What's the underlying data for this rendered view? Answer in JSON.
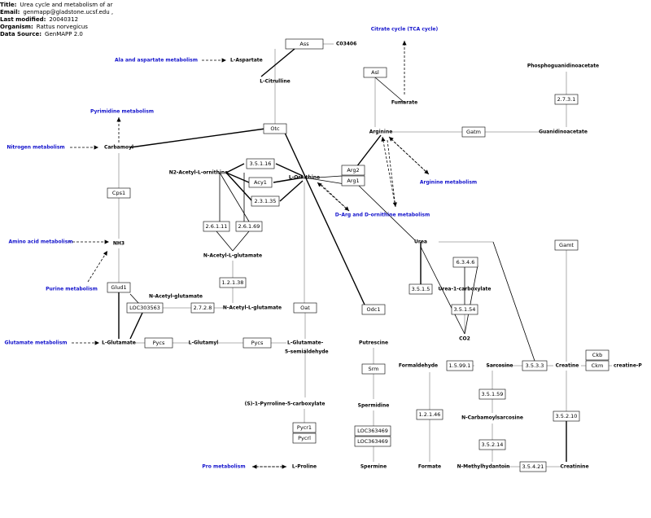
{
  "header": [
    {
      "label": "Title:",
      "value": "Urea cycle and metabolism of ar"
    },
    {
      "label": "Email:",
      "value": "genmapp@gladstone.ucsf.edu ,"
    },
    {
      "label": "Last modified:",
      "value": "20040312"
    },
    {
      "label": "Organism:",
      "value": "Rattus norvegicus"
    },
    {
      "label": "Data Source:",
      "value": "GenMAPP 2.0"
    }
  ],
  "genes": [
    "Ass",
    "Asl",
    "Otc",
    "Gatm",
    "3.5.1.16",
    "Acy1",
    "2.3.1.35",
    "Arg2",
    "Arg1",
    "Cps1",
    "2.6.1.11",
    "2.6.1.69",
    "2.7.3.1",
    "Gamt",
    "6.3.4.6",
    "3.5.1.5",
    "3.5.1.54",
    "1.2.1.38",
    "Glud1",
    "LOC303563",
    "2.7.2.8",
    "Oat",
    "Odc1",
    "Pycs",
    "Pycs",
    "Srm",
    "1.5.99.1",
    "3.5.3.3",
    "Ckb",
    "Ckm",
    "3.5.1.59",
    "1.2.1.46",
    "3.5.2.10",
    "3.5.2.14",
    "3.5.4.21",
    "Pycr1",
    "Pycrl",
    "LOC363469",
    "LOC363469"
  ],
  "metabolites": [
    "C03406",
    "L-Aspartate",
    "L-Citrulline",
    "Fumarate",
    "Phosphoguanidinoacetate",
    "Arginine",
    "Guanidinoacetate",
    "Carbamoyl",
    "N2-Acetyl-L-ornithine",
    "L-Ornithine",
    "NH3",
    "N-Acetyl-L-glutamate",
    "N-Acetyl-glutamate",
    "N-Acetyl-L-glutamate",
    "Urea",
    "Urea-1-carboxylate",
    "CO2",
    "L-Glutamate",
    "L-Glutamyl",
    "L-Glutamate-",
    "5-semialdehyde",
    "Putrescine",
    "Formaldehyde",
    "Sarcosine",
    "Creatine",
    "creatine-P",
    "Spermidine",
    "N-Carbamoylsarcosine",
    "(S)-1-Pyrroline-5-carboxylate",
    "Pro metabolism",
    "L-Proline",
    "Spermine",
    "Formate",
    "N-Methylhydantoin",
    "Creatinine"
  ],
  "pathways": [
    "Ala and aspartate metabolism",
    "Citrate cycle (TCA cycle)",
    "Pyrimidine metabolism",
    "Nitrogen metabolism",
    "Arginine metabolism",
    "D-Arg and D-ornithine metabolism",
    "Amino acid metabolism",
    "Purine metabolism",
    "Glutamate metabolism"
  ]
}
